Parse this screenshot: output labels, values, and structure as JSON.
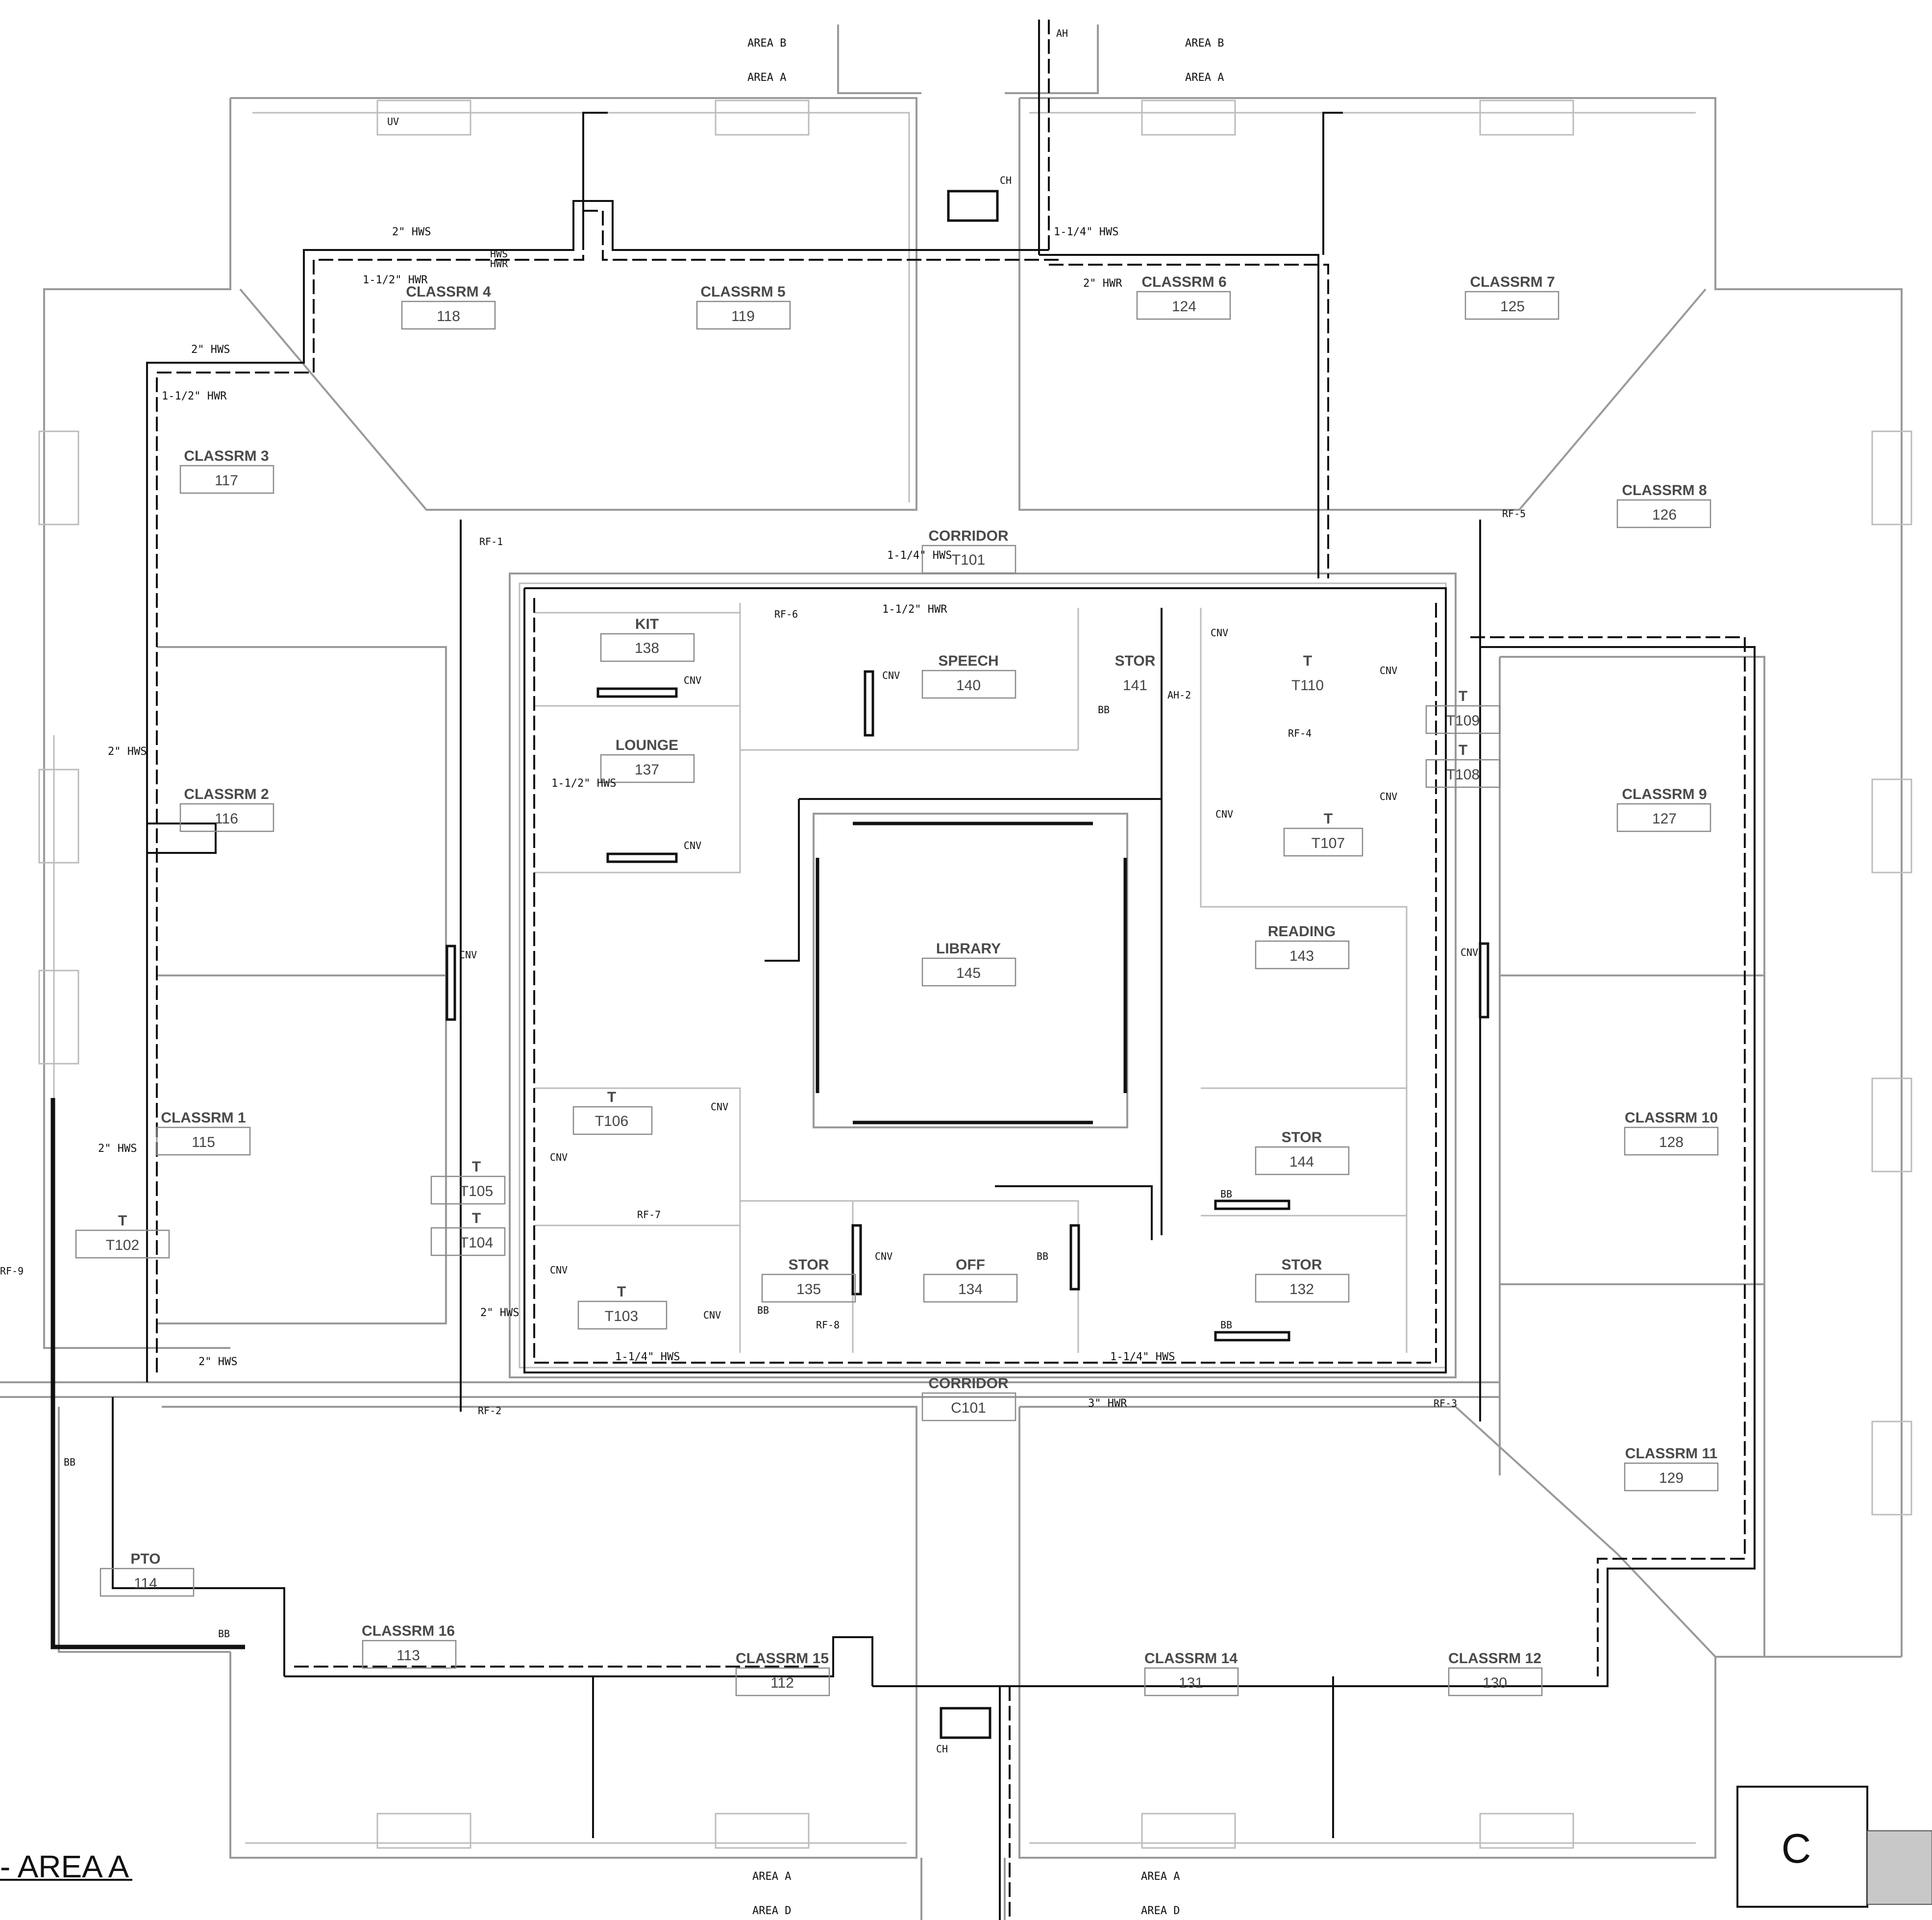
{
  "drawing_title": "- AREA A",
  "sheet_key": "C",
  "area_labels": [
    "AREA B",
    "AREA A",
    "AREA B",
    "AREA A",
    "AREA A",
    "AREA D",
    "AREA A",
    "AREA D"
  ],
  "rooms": [
    {
      "name": "CLASSRM 4",
      "num": "118"
    },
    {
      "name": "CLASSRM 5",
      "num": "119"
    },
    {
      "name": "CLASSRM 6",
      "num": "124"
    },
    {
      "name": "CLASSRM 7",
      "num": "125"
    },
    {
      "name": "CLASSRM 3",
      "num": "117"
    },
    {
      "name": "CLASSRM 8",
      "num": "126"
    },
    {
      "name": "CORRIDOR",
      "num": "T101"
    },
    {
      "name": "KIT",
      "num": "138"
    },
    {
      "name": "SPEECH",
      "num": "140"
    },
    {
      "name": "STOR",
      "num": "141"
    },
    {
      "name": "LOUNGE",
      "num": "137"
    },
    {
      "name": "CLASSRM 2",
      "num": "116"
    },
    {
      "name": "CLASSRM 9",
      "num": "127"
    },
    {
      "name": "LIBRARY",
      "num": "145"
    },
    {
      "name": "READING",
      "num": "143"
    },
    {
      "name": "CLASSRM 1",
      "num": "115"
    },
    {
      "name": "CLASSRM 10",
      "num": "128"
    },
    {
      "name": "STOR",
      "num": "144"
    },
    {
      "name": "STOR",
      "num": "135"
    },
    {
      "name": "OFF",
      "num": "134"
    },
    {
      "name": "STOR",
      "num": "132"
    },
    {
      "name": "CORRIDOR",
      "num": "C101"
    },
    {
      "name": "CLASSRM 11",
      "num": "129"
    },
    {
      "name": "PTO",
      "num": "114"
    },
    {
      "name": "CLASSRM 16",
      "num": "113"
    },
    {
      "name": "CLASSRM 15",
      "num": "112"
    },
    {
      "name": "CLASSRM 14",
      "num": "131"
    },
    {
      "name": "CLASSRM 12",
      "num": "130"
    }
  ],
  "toilets": [
    {
      "name": "T",
      "num": "T110"
    },
    {
      "name": "T",
      "num": "T109"
    },
    {
      "name": "T",
      "num": "T108"
    },
    {
      "name": "T",
      "num": "T107"
    },
    {
      "name": "T",
      "num": "T106"
    },
    {
      "name": "T",
      "num": "T105"
    },
    {
      "name": "T",
      "num": "T104"
    },
    {
      "name": "T",
      "num": "T103"
    },
    {
      "name": "T",
      "num": "T102"
    }
  ],
  "pipe_notes": [
    "2\" HWS",
    "1-1/2\" HWR",
    "2\" HWS",
    "1-1/2\" HWR",
    "1-1/4\" HWS",
    "2\" HWR",
    "1-1/4\" HWS",
    "1-1/2\" HWR",
    "1-1/2\" HWS",
    "2\" HWS",
    "2\" HWS",
    "2\" HWS",
    "2\" HWS",
    "1-1/4\" HWS",
    "1-1/4\" HWS",
    "3\" HWR",
    "2\" HWS"
  ],
  "equipment_tags": [
    "RF-1",
    "RF-2",
    "RF-3",
    "RF-4",
    "RF-5",
    "RF-6",
    "RF-7",
    "RF-8",
    "RF-9",
    "AH-2",
    "AH",
    "CH",
    "CH",
    "CNV",
    "CNV",
    "CNV",
    "CNV",
    "CNV",
    "CNV",
    "CNV",
    "CNV",
    "CNV",
    "CNV",
    "CNV",
    "CNV",
    "CNV",
    "CNV",
    "BB",
    "BB",
    "BB",
    "BB",
    "BB",
    "BB",
    "BB"
  ],
  "pipe_markers": [
    "HWS",
    "HWR"
  ],
  "uv_label": "UV",
  "thermostat_label": "T",
  "colors": {
    "wall": "#9a9a9a",
    "pipe": "#111111",
    "text": "#444444"
  }
}
